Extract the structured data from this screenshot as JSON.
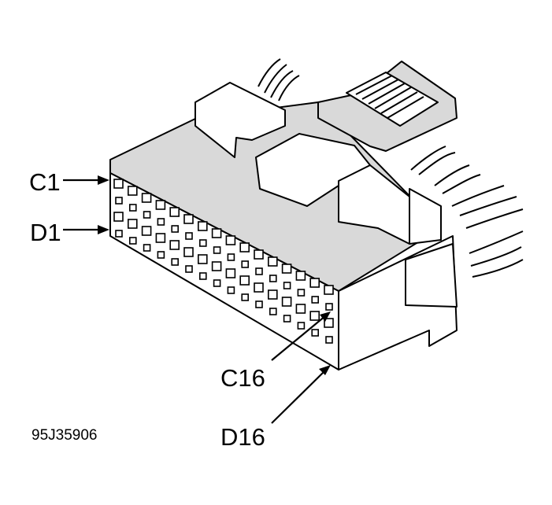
{
  "labels": {
    "c1": "C1",
    "d1": "D1",
    "c16": "C16",
    "d16": "D16",
    "figure_code": "95J35906"
  },
  "colors": {
    "ink": "#000000",
    "body_fill": "#d9d9d9",
    "background": "#ffffff"
  }
}
